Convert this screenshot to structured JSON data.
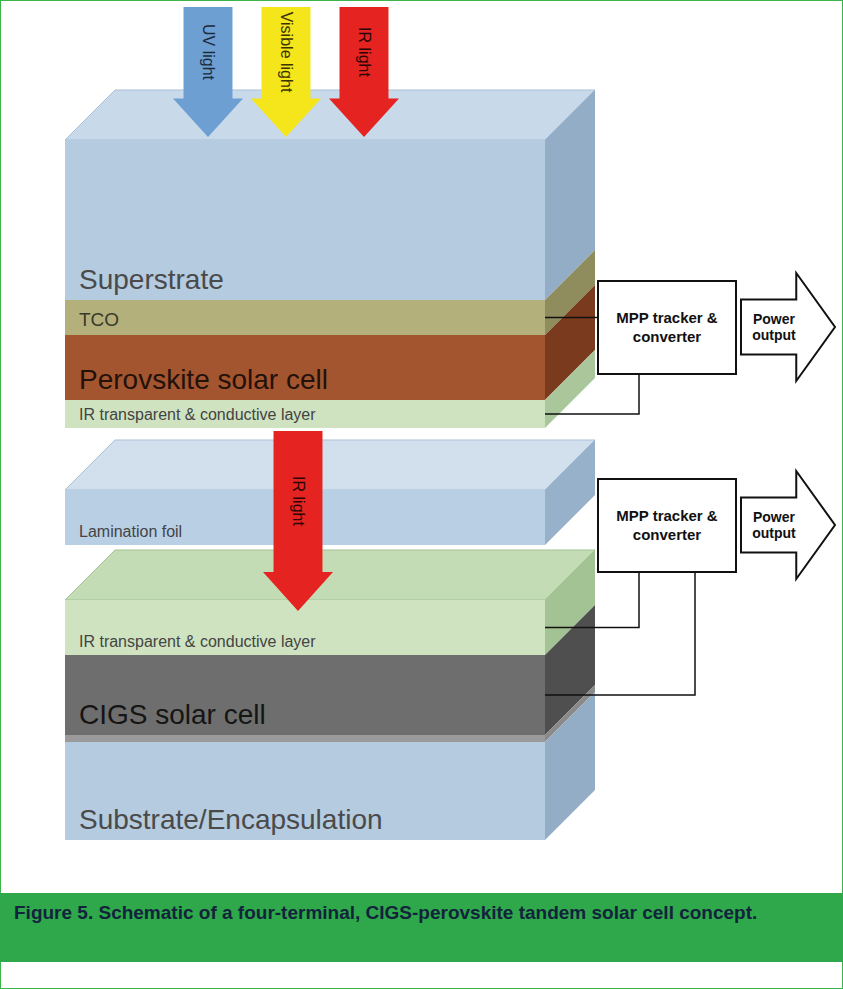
{
  "diagram": {
    "caption": "Figure 5. Schematic of a four-terminal, CIGS-perovskite tandem solar cell concept.",
    "nodes": [
      {
        "text": [
          "UV light"
        ]
      },
      {
        "text": [
          "Visible light"
        ]
      },
      {
        "text": [
          "IR light"
        ]
      },
      {
        "text": [
          "Superstrate"
        ]
      },
      {
        "text": [
          "TCO"
        ]
      },
      {
        "text": [
          "Perovskite solar cell"
        ]
      },
      {
        "text": [
          "IR transparent & conductive layer"
        ]
      },
      {
        "text": [
          "MPP tracker & converter"
        ]
      },
      {
        "text": [
          "Power output"
        ]
      },
      {
        "text": [
          "Lamination foil"
        ]
      },
      {
        "text": [
          "IR light"
        ]
      },
      {
        "text": [
          "IR transparent & conductive layer"
        ]
      },
      {
        "text": [
          "CIGS solar cell"
        ]
      },
      {
        "text": [
          "Substrate/Encapsulation"
        ]
      },
      {
        "text": [
          "MPP tracker & converter"
        ]
      },
      {
        "text": [
          "Power output"
        ]
      }
    ],
    "edges": [
      {
        "from": 4,
        "to": 7,
        "arrow": "none"
      },
      {
        "from": 6,
        "to": 7,
        "arrow": "none"
      },
      {
        "from": 11,
        "to": 14,
        "arrow": "none"
      },
      {
        "from": 12,
        "to": 14,
        "arrow": "none"
      }
    ]
  }
}
